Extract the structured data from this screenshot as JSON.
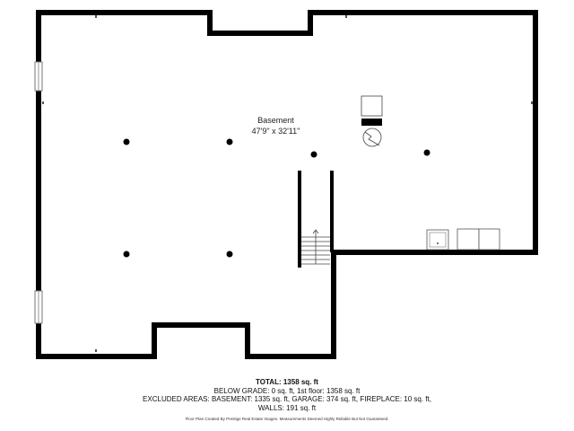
{
  "room": {
    "name": "Basement",
    "dimensions": "47'9\" x 32'11\""
  },
  "summary": {
    "total": "TOTAL: 1358 sq. ft",
    "below_grade": "BELOW GRADE: 0 sq. ft, 1st floor: 1358 sq. ft",
    "excluded": "EXCLUDED AREAS: BASEMENT: 1335 sq. ft, GARAGE: 374 sq. ft, FIREPLACE: 10 sq. ft,",
    "walls": "WALLS: 191 sq. ft"
  },
  "credit": "Floor Plan Created By Prestige Real Estate Images. Measurements Deemed Highly Reliable But Not Guaranteed.",
  "colors": {
    "wall": "#000000",
    "background": "#ffffff"
  }
}
